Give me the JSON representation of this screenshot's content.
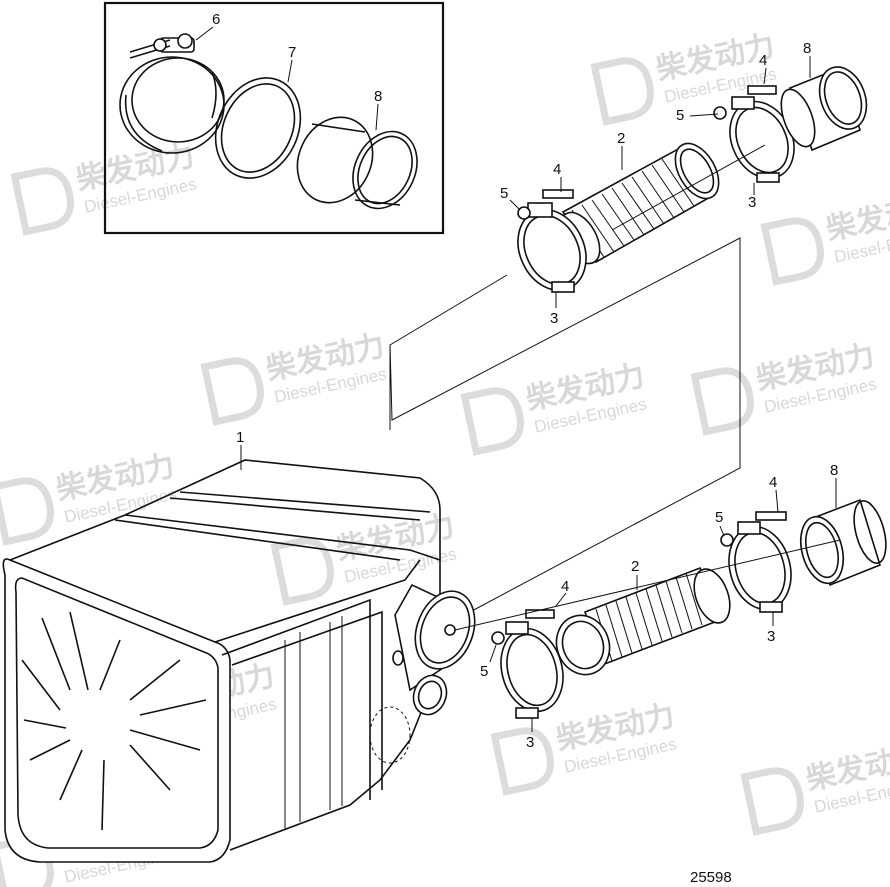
{
  "diagram": {
    "callouts": [
      {
        "id": "c6",
        "text": "6"
      },
      {
        "id": "c7",
        "text": "7"
      },
      {
        "id": "c8a",
        "text": "8"
      },
      {
        "id": "c4a",
        "text": "4"
      },
      {
        "id": "c8b",
        "text": "8"
      },
      {
        "id": "c5a",
        "text": "5"
      },
      {
        "id": "c2a",
        "text": "2"
      },
      {
        "id": "c3a",
        "text": "3"
      },
      {
        "id": "c5b",
        "text": "5"
      },
      {
        "id": "c4b",
        "text": "4"
      },
      {
        "id": "c3b",
        "text": "3"
      },
      {
        "id": "c1",
        "text": "1"
      },
      {
        "id": "c4c",
        "text": "4"
      },
      {
        "id": "c8c",
        "text": "8"
      },
      {
        "id": "c5c",
        "text": "5"
      },
      {
        "id": "c2b",
        "text": "2"
      },
      {
        "id": "c4d",
        "text": "4"
      },
      {
        "id": "c5d",
        "text": "5"
      },
      {
        "id": "c3c",
        "text": "3"
      },
      {
        "id": "c3d",
        "text": "3"
      }
    ],
    "reference_number": "25598",
    "watermark": {
      "cn": "柴发动力",
      "en": "Diesel-Engines"
    }
  }
}
